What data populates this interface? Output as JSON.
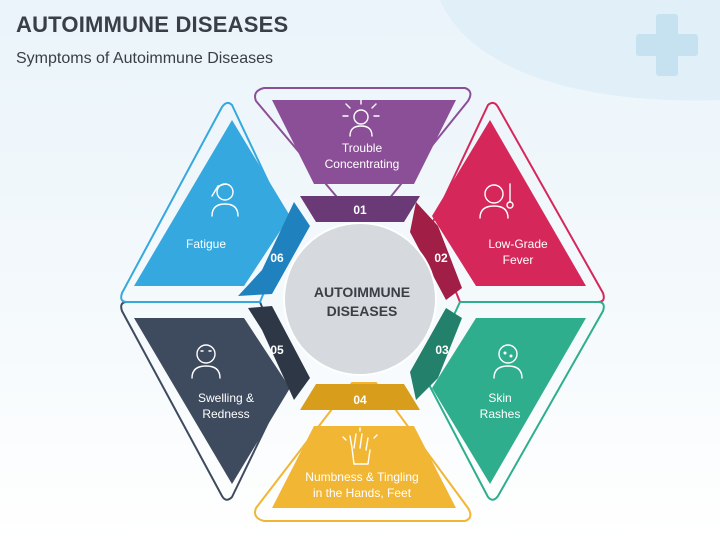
{
  "header": {
    "title": "AUTOIMMUNE DISEASES",
    "subtitle": "Symptoms of Autoimmune Diseases"
  },
  "center": {
    "line1": "AUTOIMMUNE",
    "line2": "DISEASES"
  },
  "segments": [
    {
      "number": "01",
      "label_lines": [
        "Trouble",
        "Concentrating"
      ],
      "icon": "head-alert-icon",
      "color": "#8b4f97"
    },
    {
      "number": "02",
      "label_lines": [
        "Low-Grade",
        "Fever"
      ],
      "icon": "fever-thermometer-icon",
      "color": "#d6275a"
    },
    {
      "number": "03",
      "label_lines": [
        "Skin",
        "Rashes"
      ],
      "icon": "person-rash-icon",
      "color": "#2fae8e"
    },
    {
      "number": "04",
      "label_lines": [
        "Numbness & Tingling",
        "in the Hands, Feet"
      ],
      "icon": "tingling-hand-icon",
      "color": "#f2b635"
    },
    {
      "number": "05",
      "label_lines": [
        "Swelling &",
        "Redness"
      ],
      "icon": "swollen-face-icon",
      "color": "#3e4b5e"
    },
    {
      "number": "06",
      "label_lines": [
        "Fatigue"
      ],
      "icon": "tired-person-icon",
      "color": "#35a8e0"
    }
  ]
}
